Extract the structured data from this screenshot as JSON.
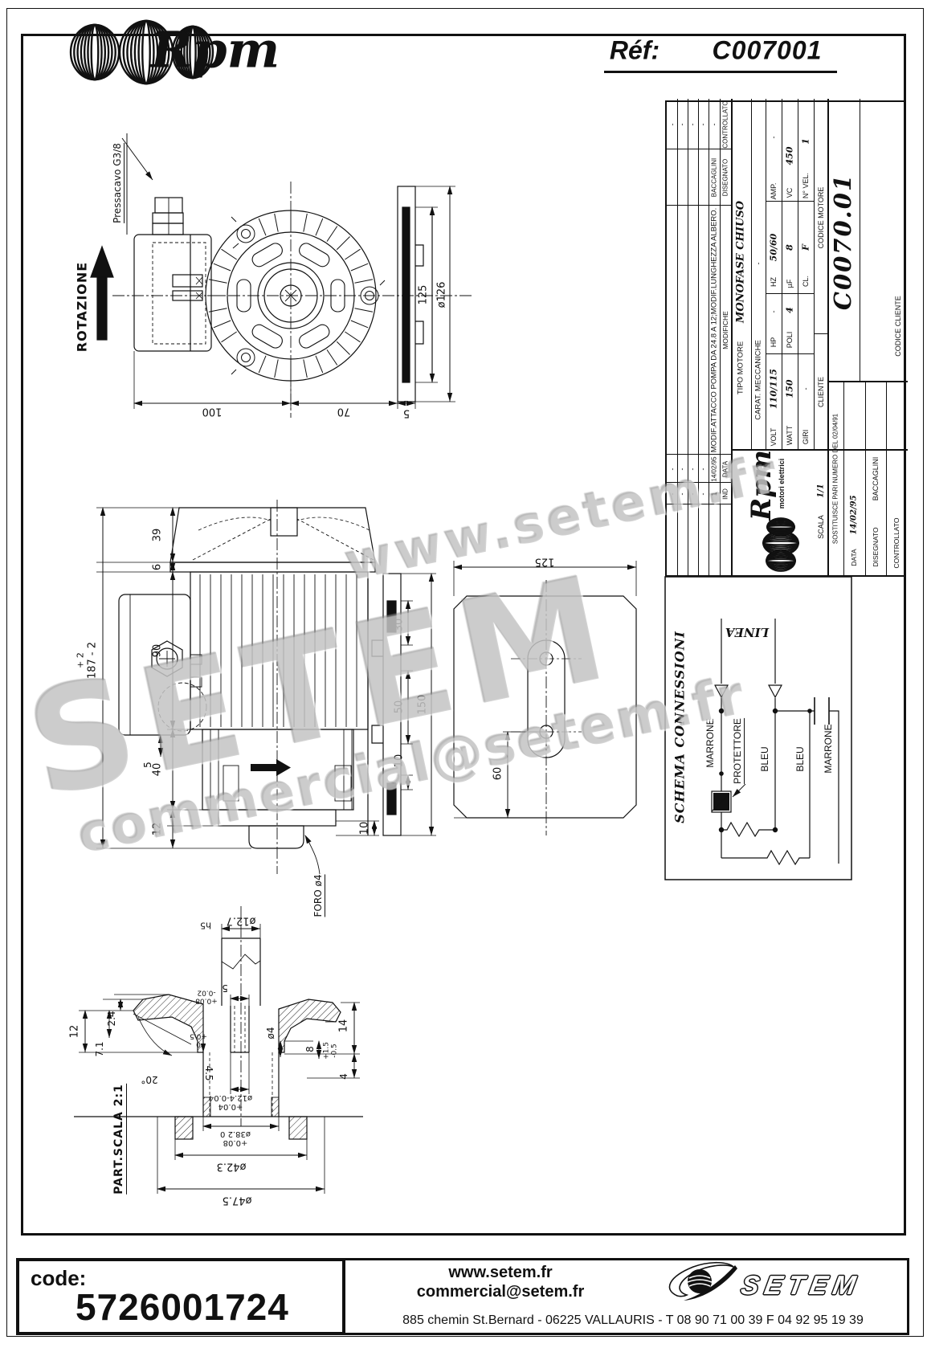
{
  "page": {
    "ref_label": "Réf:",
    "ref_value": "C007001"
  },
  "header_logo": {
    "brand": "Rpm"
  },
  "title_block": {
    "revisions": {
      "headers": {
        "ind": "IND",
        "data": "DATA",
        "modifiche": "MODIFICHE",
        "disegnato": "DISEGNATO",
        "controllato": "CONTROLLATO"
      },
      "rows": [
        {
          "ind": "-",
          "data": "-",
          "modifiche": "",
          "disegnato": "",
          "controllato": "-"
        },
        {
          "ind": "-",
          "data": "-",
          "modifiche": "",
          "disegnato": "",
          "controllato": "-"
        },
        {
          "ind": "-",
          "data": "-",
          "modifiche": "",
          "disegnato": "",
          "controllato": "-"
        },
        {
          "ind": "-",
          "data": "-",
          "modifiche": "",
          "disegnato": "",
          "controllato": "-"
        },
        {
          "ind": "1",
          "data": "14/02/95",
          "modifiche": "MODIF.ATTACCO POMPA DA 24.8 A 12;MODIF.LUNGHEZZA ALBERO.",
          "disegnato": "BACCAGLINI",
          "controllato": "-"
        }
      ]
    },
    "tipo_motore_label": "TIPO MOTORE",
    "tipo_motore_value": "MONOFASE CHIUSO",
    "carat_label": "CARAT. MECCANICHE",
    "carat_value": "-",
    "specs": {
      "volt_label": "VOLT",
      "volt": "110/115",
      "hp_label": "HP",
      "hp": "-",
      "hz_label": "HZ",
      "hz": "50/60",
      "amp_label": "AMP.",
      "amp": "-",
      "watt_label": "WATT",
      "watt": "150",
      "poli_label": "POLI",
      "poli": "4",
      "uf_label": "µF",
      "uf": "8",
      "vc_label": "VC",
      "vc": "450",
      "giri_label": "GIRI",
      "giri": "-",
      "cl_label": "CL.",
      "cl": "F",
      "nvel_label": "N° VEL.",
      "nvel": "1"
    },
    "scala_label": "SCALA",
    "scala": "1/1",
    "cliente_label": "CLIENTE",
    "codice_motore_label": "CODICE MOTORE",
    "codice_motore": "C0070.01",
    "codice_cliente_label": "CODICE CLIENTE",
    "sostituisce": "SOSTITUISCE PARI NUMERO DEL 02/04/91",
    "data_label": "DATA",
    "data": "14/02/95",
    "disegnato_label": "DISEGNATO",
    "disegnato": "BACCAGLINI",
    "controllato_label": "CONTROLLATO",
    "logo": {
      "brand": "Rpm",
      "sub": "motori elettrici"
    }
  },
  "schema": {
    "title": "SCHEMA CONNESSIONI",
    "linea": "LINEA",
    "wire_marrone1": "MARRONE",
    "protettore": "PROTETTORE",
    "wire_bleu1": "BLEU",
    "wire_bleu2": "BLEU",
    "wire_marrone2": "MARRONE"
  },
  "views": {
    "front": {
      "pressacavo": "Pressacavo G3/8",
      "rotazione": "ROTAZIONE",
      "dim_125": "125",
      "dim_d126": "ø126",
      "dim_100": "100",
      "dim_70": "70",
      "dim_5": "5"
    },
    "side": {
      "dim_39": "39",
      "dim_6": "6",
      "dim_90": "90",
      "dim_40": "40",
      "dim_12": "12",
      "tol_187_plus": "+ 2",
      "dim_187": "187 - 2",
      "dim_5": "5",
      "dim_30": "30",
      "dim_50": "50",
      "dim_10a": "10",
      "dim_10b": "10",
      "dim_150": "150",
      "foro": "FORO ø4"
    },
    "rear": {
      "dim_125": "125",
      "dim_60": "60"
    },
    "detail": {
      "title": "PART.SCALA 2:1",
      "dim_d127": "ø12.7",
      "h5": "h5",
      "dim_5": "5",
      "tol5_top": "+0.08",
      "tol5_bot": "-0.02",
      "dim_12": "12",
      "dim_24": "2.4",
      "dim_71": "7.1",
      "tol05_top": "0",
      "tol05_bot": "+0.5",
      "dim_45": "4.5",
      "angle_20": "20°",
      "dim_d4": "ø4",
      "dim_8": "8",
      "tol8_a": "+1.5",
      "tol8_b": "-0.5",
      "dim_14": "14",
      "dim_4": "4",
      "d124_l1": "+0.04",
      "d124_l2": "ø12.4-0.04",
      "d382_l1": "+0.08",
      "d382_l2": "ø38.2 0",
      "d423": "ø42.3",
      "d475": "ø47.5"
    }
  },
  "watermarks": {
    "w1": "www.setem.fr",
    "w2": "SETEM",
    "w3": "commercial@setem.fr"
  },
  "footer": {
    "code_label": "code:",
    "code": "5726001724",
    "web": "www.setem.fr",
    "email": "commercial@setem.fr",
    "address": "885 chemin St.Bernard  -  06225 VALLAURIS  -  T 08 90 71 00 39   F 04 92 95 19 39",
    "brand": "SETEM"
  }
}
